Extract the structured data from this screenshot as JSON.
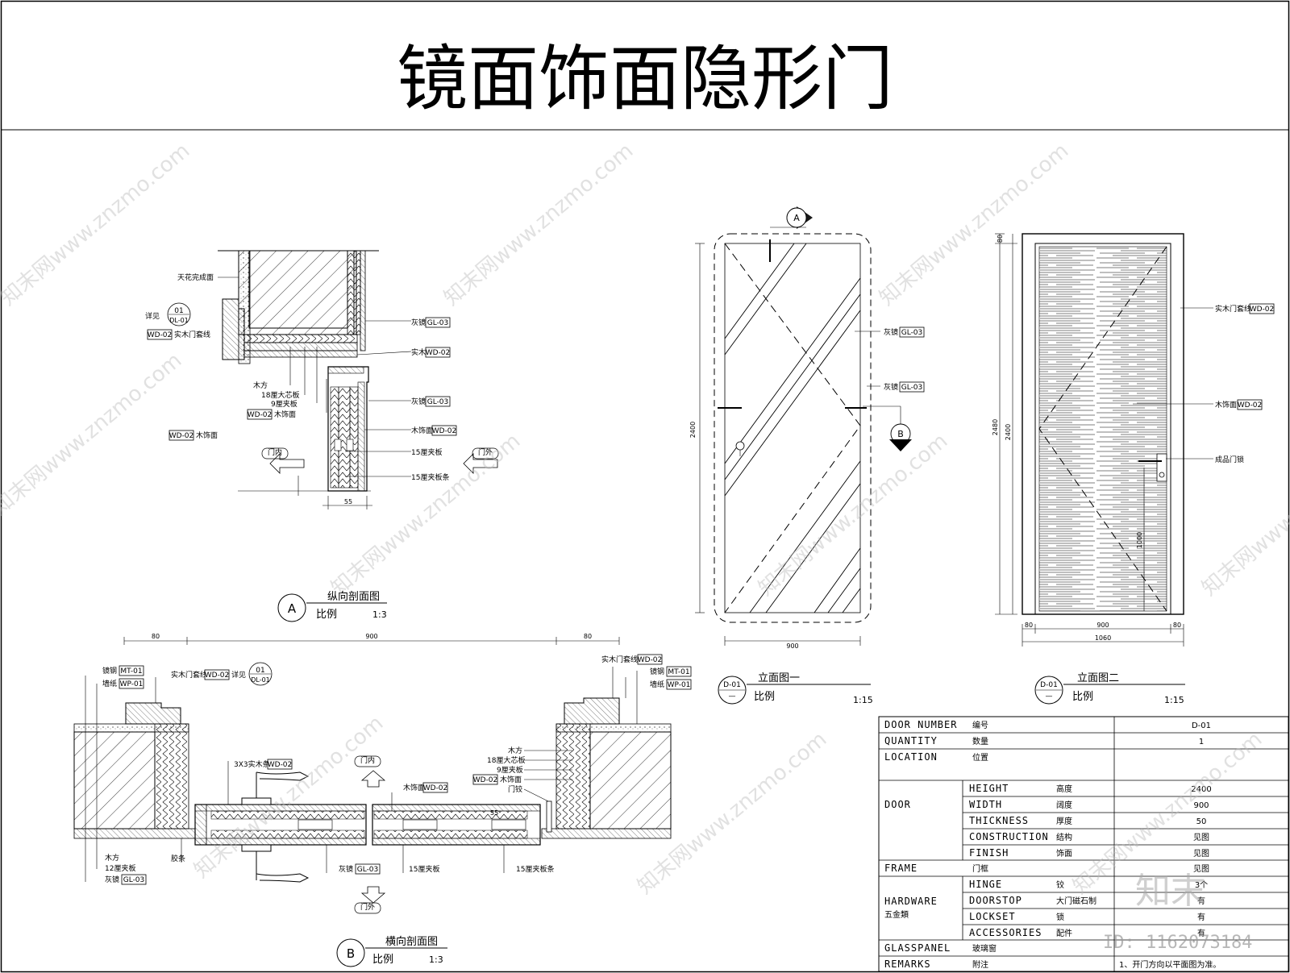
{
  "title": "镜面饰面隐形门",
  "watermarks": {
    "url": "知末网www.znzmo.com",
    "logo": "知末",
    "id_text": "ID: 1162073184"
  },
  "section_a": {
    "marker": "A",
    "name": "纵向剖面图",
    "scale_label": "比例",
    "scale": "1:3",
    "detail_ref_prefix": "详见",
    "detail_ref_top": "01",
    "detail_ref_bottom": "DL-01",
    "labels": {
      "ceiling": "天花完成面",
      "frame_code": "WD-02",
      "frame": "实木门套线",
      "mirror1": "灰镜",
      "mirror1_code": "GL-03",
      "solid_wood": "实木",
      "solid_wood_code": "WD-02",
      "batten": "木方",
      "core18": "18厘大芯板",
      "ply9": "9厘夹板",
      "veneer_code": "WD-02",
      "veneer": "木饰面",
      "mirror2": "灰镜",
      "mirror2_code": "GL-03",
      "veneer2": "木饰面",
      "veneer2_code": "WD-02",
      "left_code": "WD-02",
      "left_veneer": "木饰面",
      "ply15": "15厘夹板",
      "ply15_strip": "15厘夹板条",
      "door_in": "门内",
      "door_out": "门外",
      "dim": "55"
    }
  },
  "section_b": {
    "marker": "B",
    "name": "横向剖面图",
    "scale_label": "比例",
    "scale": "1:3",
    "dims": [
      "80",
      "900",
      "80"
    ],
    "labels": {
      "steel": "镜钢",
      "steel_code": "MT-01",
      "wallpaper": "墙纸",
      "wallpaper_code": "WP-01",
      "frame": "实木门套线",
      "frame_code": "WD-02",
      "detail_prefix": "详见",
      "detail_top": "01",
      "detail_bottom": "DL-01",
      "r_frame": "实木门套线",
      "r_frame_code": "WD-02",
      "r_steel": "镜钢",
      "r_steel_code": "MT-01",
      "r_wallpaper": "墙纸",
      "r_wallpaper_code": "WP-01",
      "batten3": "3X3实木条",
      "batten3_code": "WD-02",
      "door_in": "门内",
      "door_out": "门外",
      "veneer": "木饰面",
      "veneer_code": "WD-02",
      "r_batten": "木方",
      "r_core18": "18厘大芯板",
      "r_ply9": "9厘夹板",
      "r_veneer_code": "WD-02",
      "r_veneer": "木饰面",
      "hinge": "门铰",
      "l_batten": "木方",
      "l_ply12": "12厘夹板",
      "l_mirror": "灰镜",
      "l_mirror_code": "GL-03",
      "glue": "胶条",
      "mirror": "灰镜",
      "mirror_code": "GL-03",
      "ply15": "15厘夹板",
      "ply15_strip": "15厘夹板条",
      "dim55": "55"
    }
  },
  "elevation_1": {
    "code_top": "D-01",
    "code_bottom": "—",
    "name": "立面图一",
    "scale_label": "比例",
    "scale": "1:15",
    "height_dim": "2400",
    "width_dim": "900",
    "section_a": "A",
    "section_b": "B",
    "mirror_label": "灰镜",
    "mirror_code": "GL-03"
  },
  "elevation_2": {
    "code_top": "D-01",
    "code_bottom": "—",
    "name": "立面图二",
    "scale_label": "比例",
    "scale": "1:15",
    "dims_left": [
      "80",
      "2480",
      "2400"
    ],
    "dims_bottom": [
      "80",
      "900",
      "80"
    ],
    "total_width": "1060",
    "handle_height": "1000",
    "labels": {
      "frame": "实木门套线",
      "frame_code": "WD-02",
      "veneer": "木饰面",
      "veneer_code": "WD-02",
      "lock": "成品门锁"
    }
  },
  "schedule": {
    "door_number_en": "DOOR NUMBER",
    "door_number_cn": "编号",
    "door_number_val": "D-01",
    "quantity_en": "QUANTITY",
    "quantity_cn": "数量",
    "quantity_val": "1",
    "location_en": "LOCATION",
    "location_cn": "位置",
    "door_en": "DOOR",
    "door_rows": [
      {
        "en": "HEIGHT",
        "cn": "高度",
        "val": "2400"
      },
      {
        "en": "WIDTH",
        "cn": "阔度",
        "val": "900"
      },
      {
        "en": "THICKNESS",
        "cn": "厚度",
        "val": "50"
      },
      {
        "en": "CONSTRUCTION",
        "cn": "结构",
        "val": "见图"
      },
      {
        "en": "FINISH",
        "cn": "饰面",
        "val": "见图"
      }
    ],
    "frame_en": "FRAME",
    "frame_cn": "门框",
    "frame_val": "见图",
    "hardware_en": "HARDWARE",
    "hardware_cn": "五金類",
    "hardware_rows": [
      {
        "en": "HINGE",
        "cn": "铰",
        "val": "3个"
      },
      {
        "en": "DOORSTOP",
        "cn": "大门磁石制",
        "val": "有"
      },
      {
        "en": "LOCKSET",
        "cn": "锁",
        "val": "有"
      },
      {
        "en": "ACCESSORIES",
        "cn": "配件",
        "val": "有"
      }
    ],
    "glass_en": "GLASSPANEL",
    "glass_cn": "玻璃窗",
    "remarks_en": "REMARKS",
    "remarks_cn": "附注",
    "remarks_val": "1、开门方向以平面图为准。"
  }
}
